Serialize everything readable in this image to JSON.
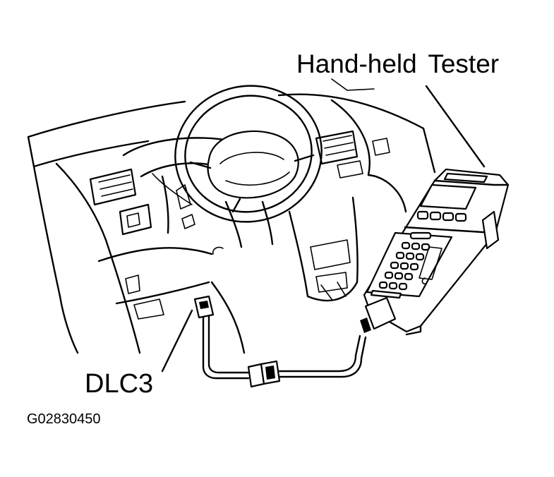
{
  "labels": {
    "tester": "Hand-held  Tester",
    "dlc3": "DLC3",
    "figure_id": "G02830450"
  }
}
